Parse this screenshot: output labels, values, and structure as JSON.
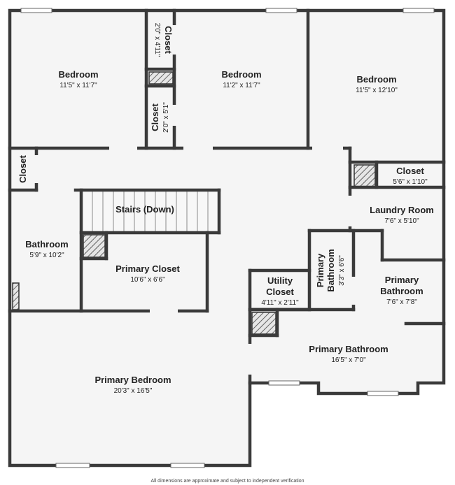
{
  "rooms": {
    "bedroom_1": {
      "name": "Bedroom",
      "dims": "11'5\" x 11'7\""
    },
    "closet_1": {
      "name": "Closet",
      "dims": "2'0\" x 4'11\""
    },
    "bedroom_2": {
      "name": "Bedroom",
      "dims": "11'2\" x 11'7\""
    },
    "closet_2": {
      "name": "Closet",
      "dims": "2'0\" x 5'1\""
    },
    "bedroom_3": {
      "name": "Bedroom",
      "dims": "11'5\" x 12'10\""
    },
    "hall_closet": {
      "name": "Closet"
    },
    "closet_3": {
      "name": "Closet",
      "dims": "5'6\" x 1'10\""
    },
    "stairs": {
      "name": "Stairs (Down)"
    },
    "laundry": {
      "name": "Laundry Room",
      "dims": "7'6\" x 5'10\""
    },
    "bathroom": {
      "name": "Bathroom",
      "dims": "5'9\" x 10'2\""
    },
    "primary_closet": {
      "name": "Primary Closet",
      "dims": "10'6\" x 6'6\""
    },
    "utility_closet": {
      "name_line1": "Utility",
      "name_line2": "Closet",
      "dims": "4'11\" x 2'11\""
    },
    "primary_bath_small": {
      "name_line1": "Primary",
      "name_line2": "Bathroom",
      "dims": "3'3\" x 6'6\""
    },
    "primary_bath_mid": {
      "name_line1": "Primary",
      "name_line2": "Bathroom",
      "dims": "7'6\" x 7'8\""
    },
    "primary_bath_large": {
      "name": "Primary Bathroom",
      "dims": "16'5\" x 7'0\""
    },
    "primary_bedroom": {
      "name": "Primary Bedroom",
      "dims": "20'3\" x 16'5\""
    }
  },
  "disclaimer": "All dimensions are approximate and subject to independent verification"
}
